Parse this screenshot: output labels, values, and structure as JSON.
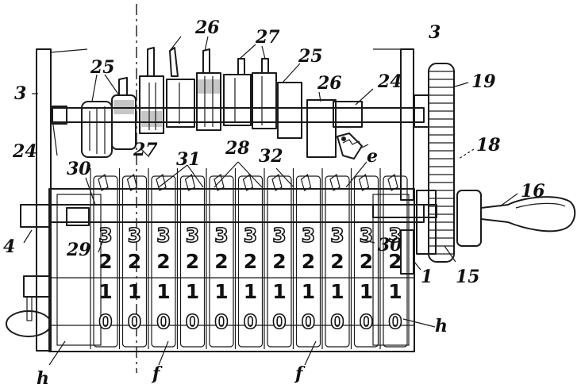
{
  "figure": {
    "type": "patent-drawing",
    "subject": "counting mechanism"
  },
  "reference_labels": [
    {
      "id": "top-3-left",
      "text": "3"
    },
    {
      "id": "top-3-right",
      "text": "3"
    },
    {
      "id": "25a",
      "text": "25"
    },
    {
      "id": "25b",
      "text": "25"
    },
    {
      "id": "26a",
      "text": "26"
    },
    {
      "id": "26b",
      "text": "26"
    },
    {
      "id": "27a",
      "text": "27"
    },
    {
      "id": "27b",
      "text": "27"
    },
    {
      "id": "24a",
      "text": "24"
    },
    {
      "id": "24b",
      "text": "24"
    },
    {
      "id": "19",
      "text": "19"
    },
    {
      "id": "18",
      "text": "18"
    },
    {
      "id": "16",
      "text": "16"
    },
    {
      "id": "15",
      "text": "15"
    },
    {
      "id": "1",
      "text": "1"
    },
    {
      "id": "30a",
      "text": "30"
    },
    {
      "id": "30b",
      "text": "30"
    },
    {
      "id": "31",
      "text": "31"
    },
    {
      "id": "28",
      "text": "28"
    },
    {
      "id": "32",
      "text": "32"
    },
    {
      "id": "e",
      "text": "e"
    },
    {
      "id": "4",
      "text": "4"
    },
    {
      "id": "29",
      "text": "29"
    },
    {
      "id": "h-left",
      "text": "h"
    },
    {
      "id": "h-right",
      "text": "h"
    },
    {
      "id": "f-left",
      "text": "f"
    },
    {
      "id": "f-right",
      "text": "f"
    }
  ],
  "counter_wheels": {
    "count": 11,
    "row_digits": [
      "3",
      "2",
      "1",
      "0"
    ]
  }
}
